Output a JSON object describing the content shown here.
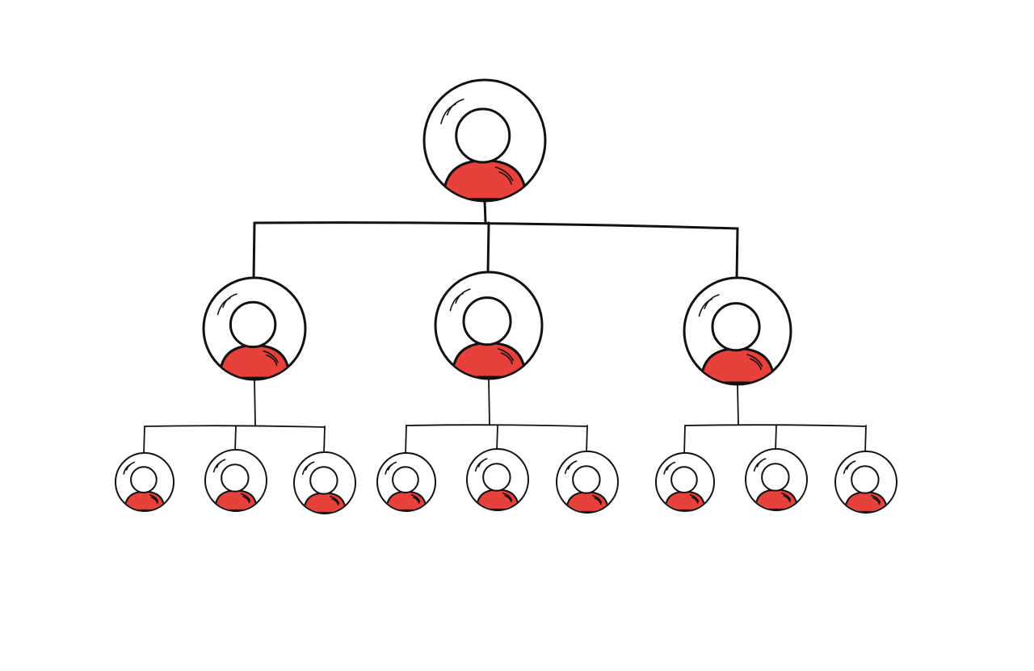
{
  "diagram": {
    "type": "org-chart",
    "colors": {
      "outline": "#111111",
      "body": "#e8403a",
      "background": "#ffffff"
    },
    "icons": {
      "node": "person-avatar-icon"
    },
    "levels": [
      {
        "level": 0,
        "count": 1
      },
      {
        "level": 1,
        "count": 3
      },
      {
        "level": 2,
        "count": 9
      }
    ],
    "nodes": [
      {
        "id": "n0",
        "level": 0,
        "parent": null
      },
      {
        "id": "n1",
        "level": 1,
        "parent": "n0"
      },
      {
        "id": "n2",
        "level": 1,
        "parent": "n0"
      },
      {
        "id": "n3",
        "level": 1,
        "parent": "n0"
      },
      {
        "id": "n4",
        "level": 2,
        "parent": "n1"
      },
      {
        "id": "n5",
        "level": 2,
        "parent": "n1"
      },
      {
        "id": "n6",
        "level": 2,
        "parent": "n1"
      },
      {
        "id": "n7",
        "level": 2,
        "parent": "n2"
      },
      {
        "id": "n8",
        "level": 2,
        "parent": "n2"
      },
      {
        "id": "n9",
        "level": 2,
        "parent": "n2"
      },
      {
        "id": "n10",
        "level": 2,
        "parent": "n3"
      },
      {
        "id": "n11",
        "level": 2,
        "parent": "n3"
      },
      {
        "id": "n12",
        "level": 2,
        "parent": "n3"
      }
    ]
  }
}
